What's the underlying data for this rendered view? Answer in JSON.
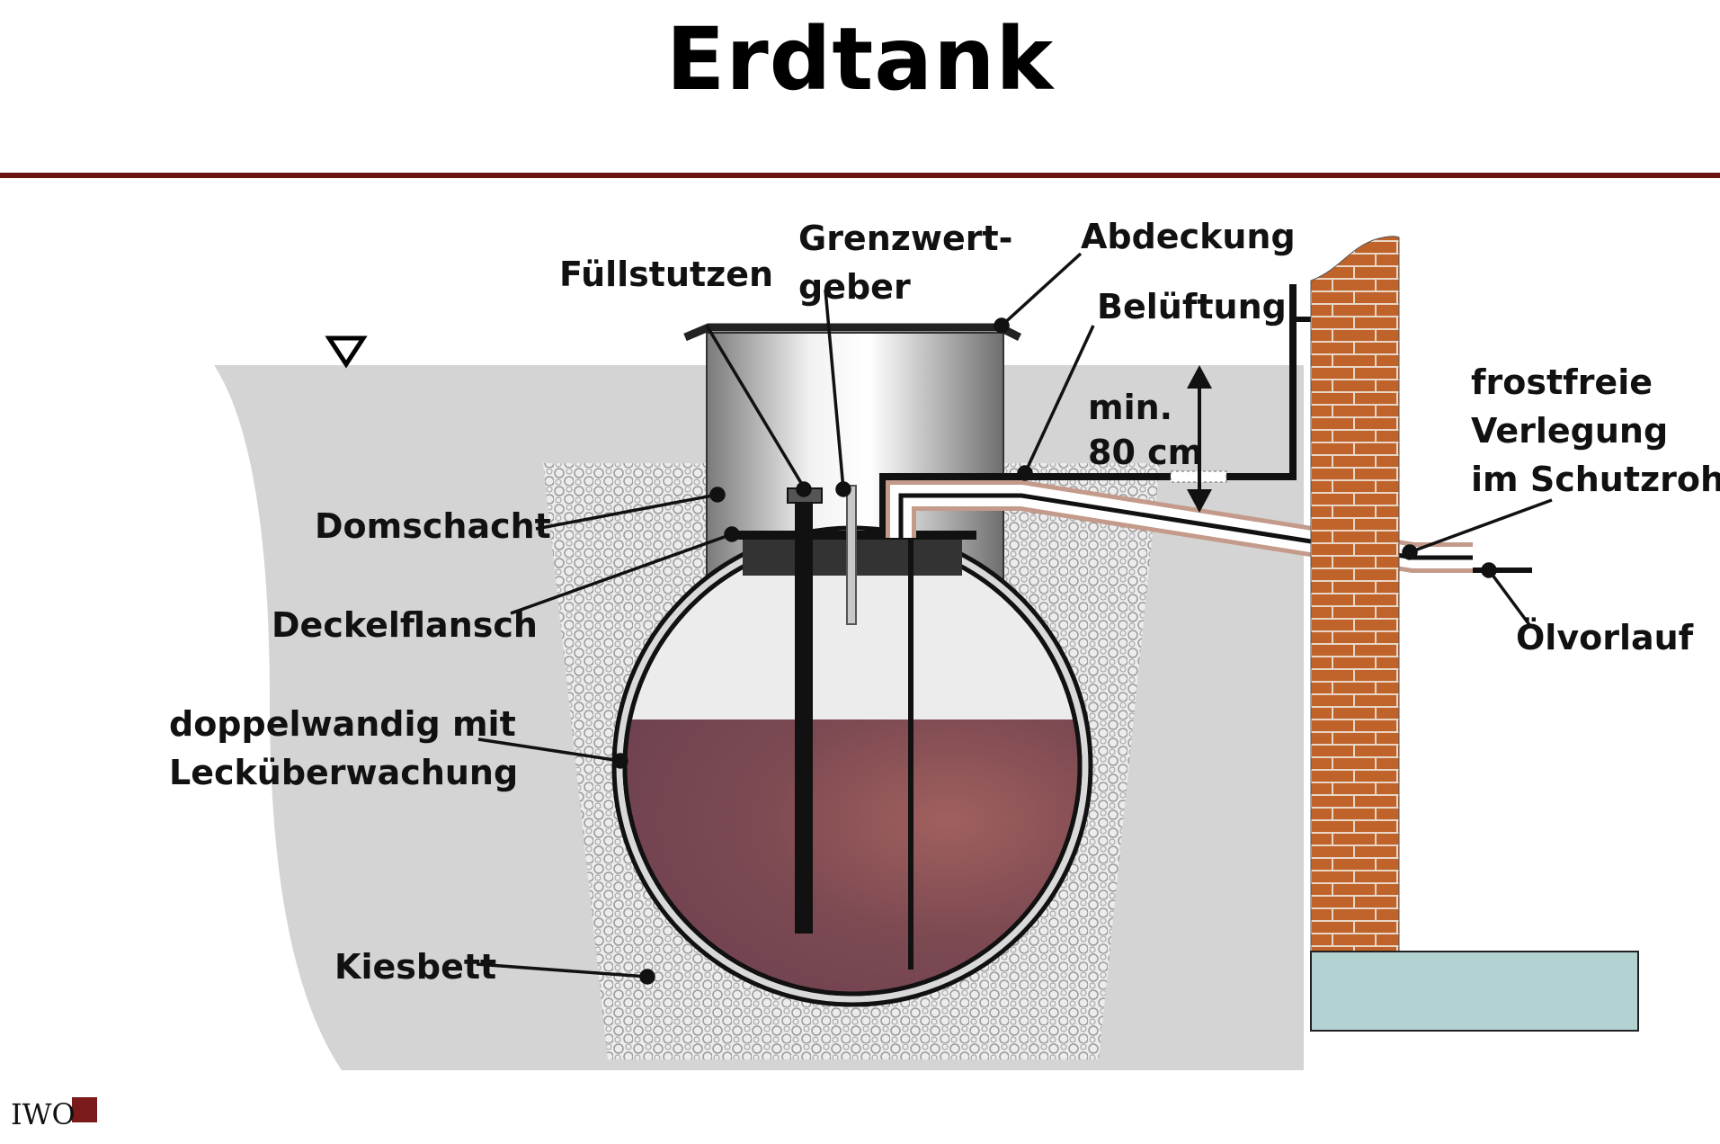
{
  "title": "Erdtank",
  "labels": {
    "fuellstutzen": "Füllstutzen",
    "grenzwertgeber_1": "Grenzwert-",
    "grenzwertgeber_2": "geber",
    "abdeckung": "Abdeckung",
    "belueftung": "Belüftung",
    "min": "min.",
    "depth": "80 cm",
    "domschacht": "Domschacht",
    "deckelflansch": "Deckelflansch",
    "doppelwandig_1": "doppelwandig mit",
    "doppelwandig_2": "Lecküberwachung",
    "kiesbett": "Kiesbett",
    "frostfreie_1": "frostfreie",
    "frostfreie_2": "Verlegung",
    "frostfreie_3": "im Schutzrohr",
    "oelvorlauf": "Ölvorlauf"
  },
  "logo": {
    "text": "IWO"
  },
  "colors": {
    "title_rule": "#6b1212",
    "ground": "#d4d4d4",
    "oil": "#7d4a52",
    "brick": "#c0632a",
    "foundation": "#b3d3d3",
    "gravel": "#e4e4e4"
  }
}
